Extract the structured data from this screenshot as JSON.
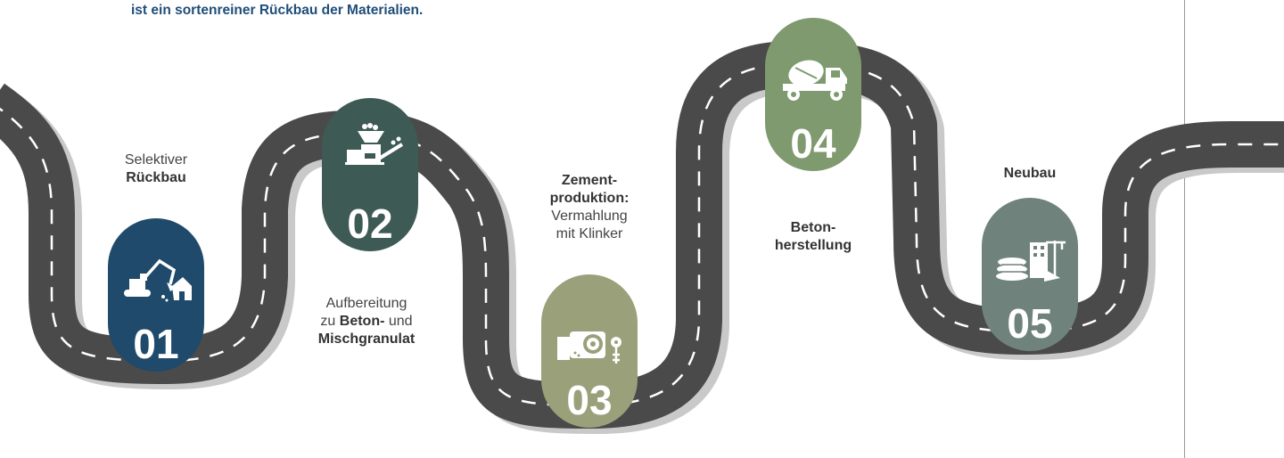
{
  "intro_text": "ist ein sortenreiner Rückbau der Materialien.",
  "colors": {
    "road": "#4a4a4a",
    "road_shadow": "#c9c9c9",
    "stripe": "#ffffff",
    "intro": "#1f4e79"
  },
  "steps": [
    {
      "number": "01",
      "color": "#1f4a6b",
      "icon": "excavator-house-icon",
      "label": [
        {
          "text": "Selektiver",
          "bold": false
        },
        {
          "text": "Rückbau",
          "bold": true
        }
      ]
    },
    {
      "number": "02",
      "color": "#3e5a55",
      "icon": "crusher-conveyor-icon",
      "label": [
        {
          "text": "Aufbereitung",
          "bold": false
        },
        {
          "text": "zu ",
          "bold": false,
          "inline": true
        },
        {
          "text": "Beton-",
          "bold": true,
          "inline": true
        },
        {
          "text": " und",
          "bold": false
        },
        {
          "text": "Mischgranulat",
          "bold": true
        }
      ]
    },
    {
      "number": "03",
      "color": "#9aa07a",
      "icon": "cement-mill-icon",
      "label": [
        {
          "text": "Zement-",
          "bold": true
        },
        {
          "text": "produktion:",
          "bold": true
        },
        {
          "text": "Vermahlung",
          "bold": false
        },
        {
          "text": "mit Klinker",
          "bold": false
        }
      ]
    },
    {
      "number": "04",
      "color": "#7f9a6e",
      "icon": "concrete-mixer-truck-icon",
      "label": [
        {
          "text": "Beton-",
          "bold": true
        },
        {
          "text": "herstellung",
          "bold": true
        }
      ]
    },
    {
      "number": "05",
      "color": "#6f827c",
      "icon": "building-construction-icon",
      "label": [
        {
          "text": "Neubau",
          "bold": true
        }
      ]
    }
  ]
}
